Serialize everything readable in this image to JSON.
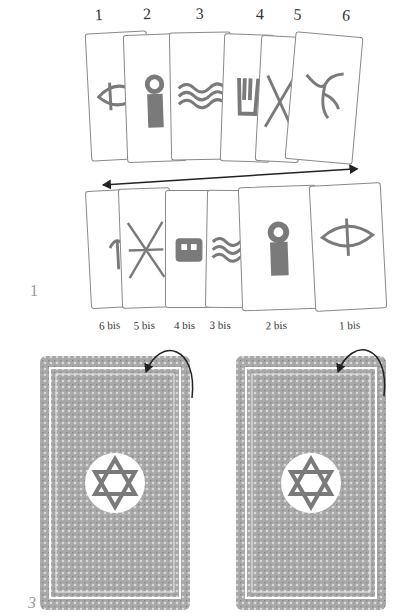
{
  "diagram": {
    "nodes": [
      {
        "text": [
          "1"
        ]
      },
      {
        "text": [
          "2"
        ]
      },
      {
        "text": [
          "3"
        ]
      },
      {
        "text": [
          "4"
        ]
      },
      {
        "text": [
          "5"
        ]
      },
      {
        "text": [
          "6"
        ]
      },
      {
        "text": [
          "6 bis"
        ]
      },
      {
        "text": [
          "5 bis"
        ]
      },
      {
        "text": [
          "4 bis"
        ]
      },
      {
        "text": [
          "3 bis"
        ]
      },
      {
        "text": [
          "2 bis"
        ]
      },
      {
        "text": [
          "1 bis"
        ]
      }
    ],
    "edges": [
      {
        "from": 5,
        "to": 6,
        "arrow": "both"
      }
    ],
    "labels": [
      "1",
      "3"
    ]
  }
}
